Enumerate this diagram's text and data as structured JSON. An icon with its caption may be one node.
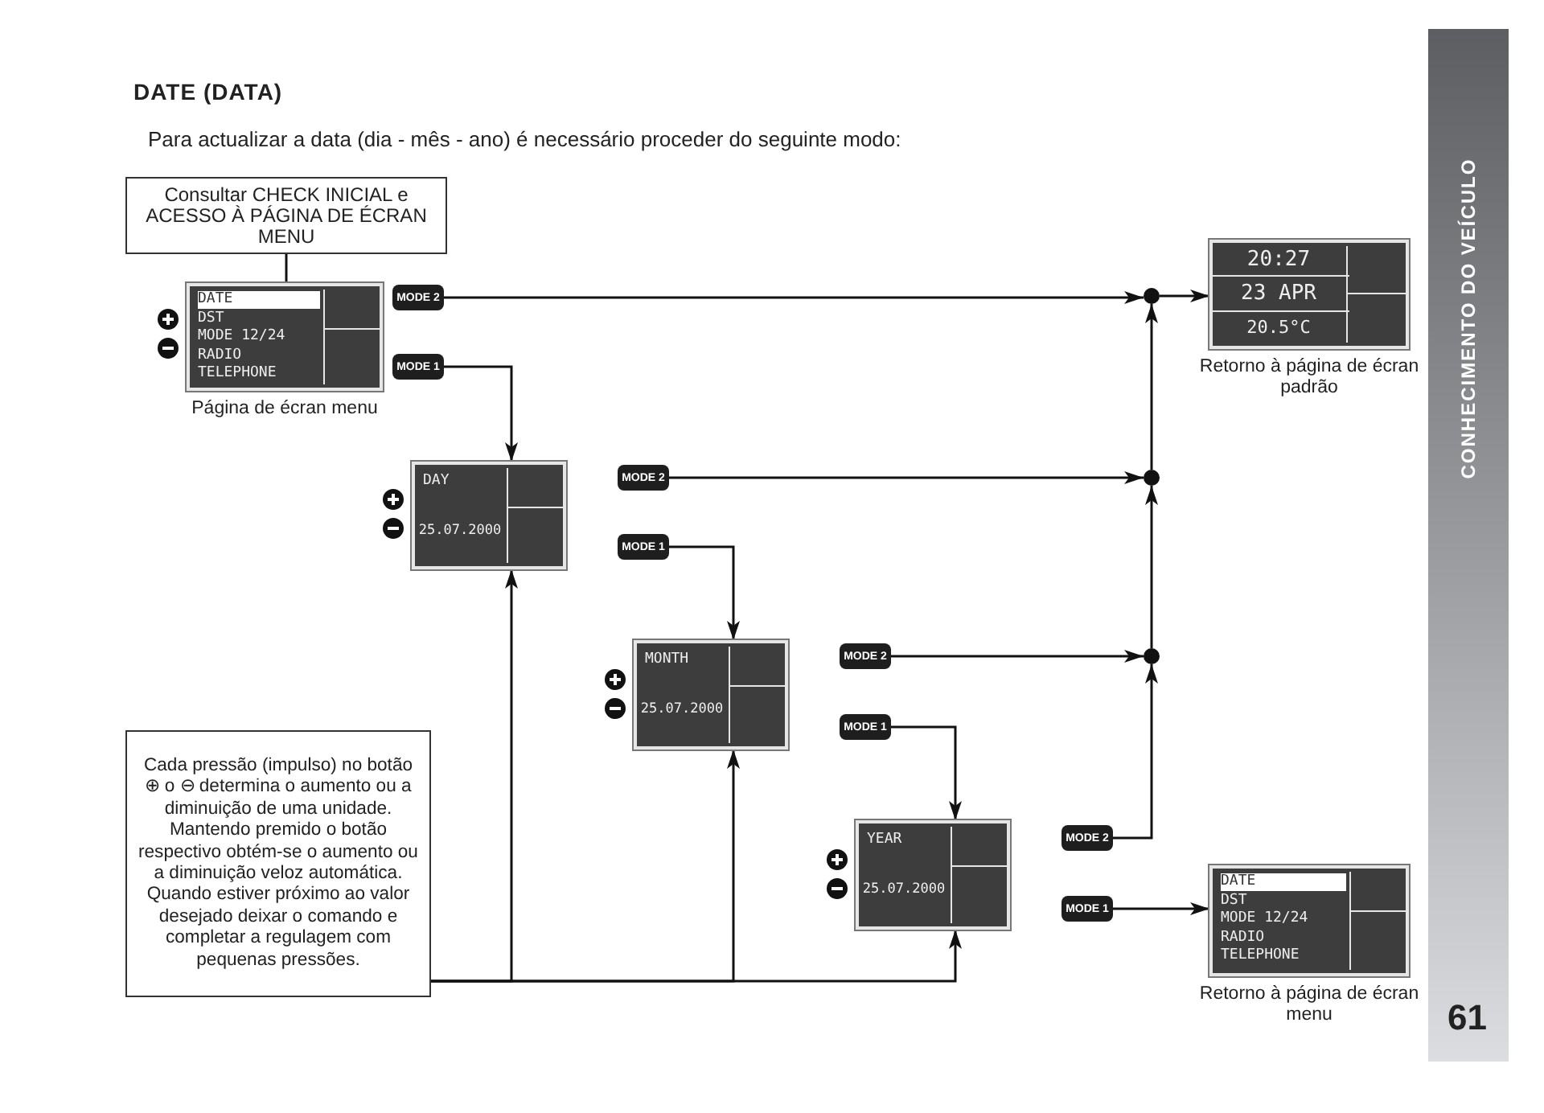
{
  "diagram": {
    "title": "DATE (DATA)",
    "nodes": [
      {
        "text": [
          "Consultar CHECK INICIAL e ACESSO À PÁGINA DE ÉCRAN MENU"
        ]
      },
      {
        "text": [
          "DATE",
          "DST",
          "MODE 12/24",
          "RADIO",
          "TELEPHONE"
        ],
        "beside": [
          "Página de écran menu"
        ]
      },
      {
        "text": [
          "MODE 2"
        ]
      },
      {
        "text": [
          "MODE 1"
        ]
      },
      {
        "text": [
          "DAY",
          "25.07.2000"
        ]
      },
      {
        "text": [
          "MODE 2"
        ]
      },
      {
        "text": [
          "MODE 1"
        ]
      },
      {
        "text": [
          "MONTH",
          "25.07.2000"
        ]
      },
      {
        "text": [
          "MODE 2"
        ]
      },
      {
        "text": [
          "MODE 1"
        ]
      },
      {
        "text": [
          "YEAR",
          "25.07.2000"
        ]
      },
      {
        "text": [
          "MODE 2"
        ]
      },
      {
        "text": [
          "MODE 1"
        ]
      },
      {
        "text": [
          "Cada pressão (impulso) no botão ⊕ o ⊖ determina o aumento ou a diminuição de uma unidade. Mantendo premido o botão respectivo obtém-se o aumento ou a diminuição veloz automática. Quando estiver próximo ao valor desejado deixar o comando e completar a regulagem com pequenas pressões."
        ]
      },
      {
        "text": [],
        "shape": "circle"
      },
      {
        "text": [],
        "shape": "circle"
      },
      {
        "text": [],
        "shape": "circle"
      },
      {
        "text": [
          "20:27",
          "23 APR",
          "20.5°C"
        ],
        "beside": [
          "Retorno à página de écran padrão"
        ]
      },
      {
        "text": [
          "DATE",
          "DST",
          "MODE 12/24",
          "RADIO",
          "TELEPHONE"
        ],
        "beside": [
          "Retorno à página de écran menu"
        ]
      }
    ],
    "edges": [
      {
        "from": 0,
        "to": 1,
        "arrow": "none"
      },
      {
        "from": 2,
        "to": 14,
        "arrow": "to"
      },
      {
        "from": 14,
        "to": 17,
        "arrow": "to"
      },
      {
        "from": 3,
        "to": 4,
        "arrow": "to"
      },
      {
        "from": 5,
        "to": 15,
        "arrow": "to"
      },
      {
        "from": 15,
        "to": 14,
        "arrow": "to"
      },
      {
        "from": 6,
        "to": 7,
        "arrow": "to"
      },
      {
        "from": 8,
        "to": 16,
        "arrow": "to"
      },
      {
        "from": 16,
        "to": 15,
        "arrow": "to"
      },
      {
        "from": 9,
        "to": 10,
        "arrow": "to"
      },
      {
        "from": 11,
        "to": 16,
        "arrow": "to"
      },
      {
        "from": 12,
        "to": 18,
        "arrow": "to"
      },
      {
        "from": 13,
        "to": 4,
        "arrow": "to"
      },
      {
        "from": 13,
        "to": 7,
        "arrow": "to"
      },
      {
        "from": 13,
        "to": 10,
        "arrow": "to"
      }
    ],
    "labels": [
      "Para actualizar a data (dia - mês - ano) é necessário proceder do seguinte modo:",
      "CONHECIMENTO DO VEÍCULO",
      "61"
    ]
  }
}
